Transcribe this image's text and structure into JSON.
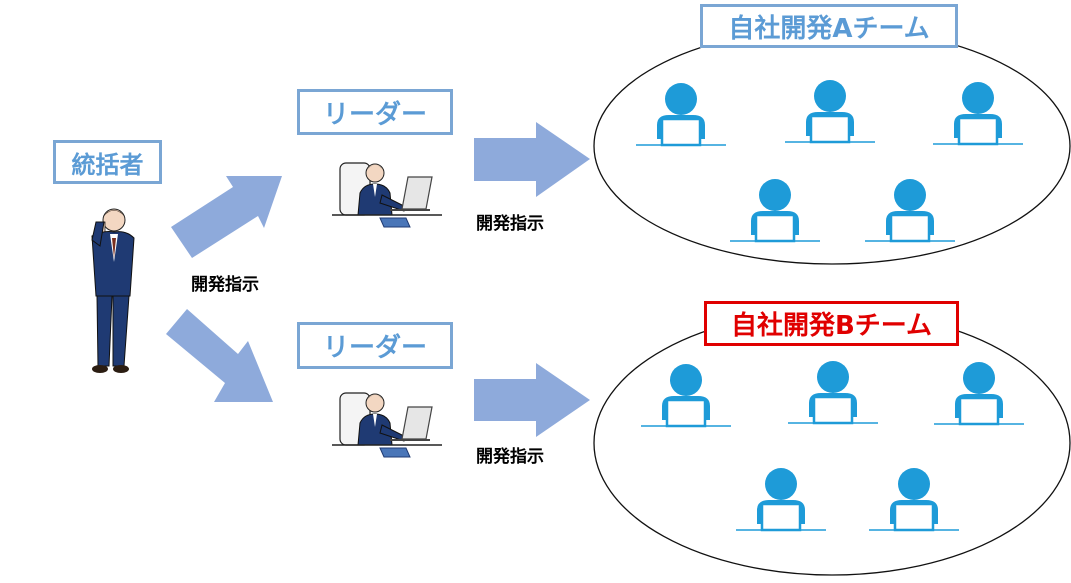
{
  "supervisor": {
    "label": "統括者"
  },
  "leaders": [
    {
      "label": "リーダー"
    },
    {
      "label": "リーダー"
    }
  ],
  "teams": [
    {
      "label": "自社開発Aチーム",
      "members": 5,
      "label_color": "#5b9bd5"
    },
    {
      "label": "自社開発Bチーム",
      "members": 5,
      "label_color": "#e00000"
    }
  ],
  "instructions": [
    {
      "text": "開発指示"
    },
    {
      "text": "開発指示"
    },
    {
      "text": "開発指示"
    }
  ],
  "colors": {
    "arrow": "#8eaadb",
    "member": "#1e9bd8",
    "box_border": "#7aa6d4",
    "box_text": "#5b9bd5",
    "highlight": "#e00000"
  }
}
